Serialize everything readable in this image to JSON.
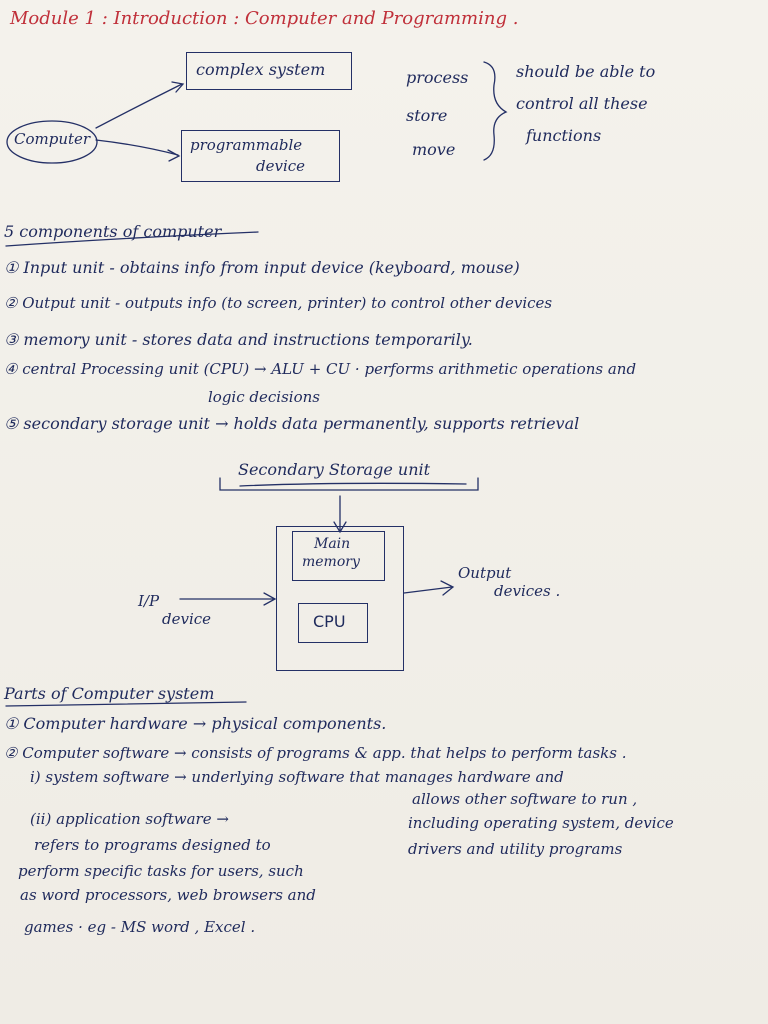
{
  "title": "Module 1 : Introduction : Computer and Programming .",
  "diagram1": {
    "center": "Computer",
    "branch_top": "complex system",
    "branch_bottom_1": "programmable",
    "branch_bottom_2": "device",
    "funcs": [
      "process",
      "store",
      "move"
    ],
    "note": [
      "should be able to",
      "control all these",
      "functions"
    ]
  },
  "components": {
    "heading": "5 components of computer",
    "items": [
      "① Input unit - obtains info from input device (keyboard, mouse)",
      "② Output unit - outputs info (to screen, printer) to control other devices",
      "③ memory unit - stores data and instructions temporarily.",
      "④ central Processing unit (CPU) → ALU + CU · performs arithmetic operations and",
      "logic decisions",
      "⑤ secondary storage unit → holds data permanently, supports retrieval"
    ]
  },
  "diagram2": {
    "secondary": "Secondary Storage unit",
    "main_memory_1": "Main",
    "main_memory_2": "memory",
    "cpu": "CPU",
    "input_1": "I/P",
    "input_2": "device",
    "output_1": "Output",
    "output_2": "devices ."
  },
  "parts": {
    "heading": "Parts of Computer system",
    "lines": [
      "① Computer hardware → physical components.",
      "② Computer software → consists of programs & app. that helps to perform tasks .",
      "i) system software → underlying software that manages hardware and",
      "allows other software to run ,",
      "(ii) application software →",
      "including operating system, device",
      "refers to programs designed to",
      "drivers and utility programs",
      "perform specific tasks for users, such",
      "as word processors, web browsers and",
      "games · eg - MS word , Excel ."
    ]
  }
}
